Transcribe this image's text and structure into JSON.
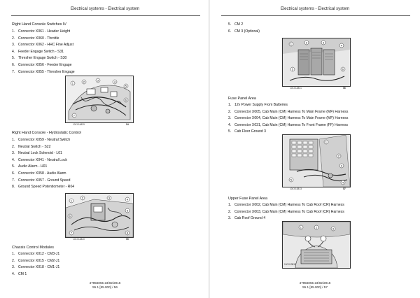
{
  "header": {
    "left_title": "Electrical systems - Electrical system",
    "right_title": "Electrical systems - Electrical system"
  },
  "left": {
    "section1": {
      "title": "Right Hand Console Switches IV",
      "items": [
        {
          "n": "1.",
          "label": "Connector X061 - Header Height"
        },
        {
          "n": "2.",
          "label": "Connector X060 - Throttle"
        },
        {
          "n": "3.",
          "label": "Connector X062 - HHC Fine Adjust"
        },
        {
          "n": "4.",
          "label": "Feeder Engage Switch - S31"
        },
        {
          "n": "5.",
          "label": "Thresher Engage Switch - S30"
        },
        {
          "n": "6.",
          "label": "Connector X056 - Feeder Engage"
        },
        {
          "n": "7.",
          "label": "Connector X055 - Thresher Engage"
        }
      ],
      "fig_code": "10CX14839",
      "fig_num": "54"
    },
    "section2": {
      "title": "Right Hand Console - Hydrostatic Control",
      "items": [
        {
          "n": "1.",
          "label": "Connector X059 - Neutral Switch"
        },
        {
          "n": "2.",
          "label": "Neutral Switch - S22"
        },
        {
          "n": "3.",
          "label": "Neutral Lock Solenoid - L01"
        },
        {
          "n": "4.",
          "label": "Connector X041 - Neutral Lock"
        },
        {
          "n": "5.",
          "label": "Audio Alarm - H01"
        },
        {
          "n": "6.",
          "label": "Connector X058 - Audio Alarm"
        },
        {
          "n": "7.",
          "label": "Connector X057 - Ground Speed"
        },
        {
          "n": "8.",
          "label": "Ground Speed Potentiometer - R04"
        }
      ],
      "fig_code": "10CX14840",
      "fig_num": "55"
    },
    "section3": {
      "title": "Chassis Control Modules",
      "items": [
        {
          "n": "1.",
          "label": "Connector X012 - CM3-J1"
        },
        {
          "n": "2.",
          "label": "Connector X015 - CM2-J1"
        },
        {
          "n": "3.",
          "label": "Connector X018 - CM1-J1"
        },
        {
          "n": "4.",
          "label": "CM 1"
        }
      ]
    },
    "footer": {
      "doc": "47956055 23/02/2016",
      "page": "55.1 [55.000] / 56"
    }
  },
  "right": {
    "section0": {
      "items": [
        {
          "n": "5.",
          "label": "CM 2"
        },
        {
          "n": "6.",
          "label": "CM 3 (Optional)"
        }
      ],
      "fig_code": "10CX14841",
      "fig_num": "56"
    },
    "section1": {
      "title": "Fuse Panel Area",
      "items": [
        {
          "n": "1.",
          "label": "12v Power Supply From Batteries"
        },
        {
          "n": "2.",
          "label": "Connector X005, Cab Main (CM) Harness To Main Frame (MF) Harness"
        },
        {
          "n": "3.",
          "label": "Connector X004, Cab Main (CM) Harness To Main Frame (MF) Harness"
        },
        {
          "n": "4.",
          "label": "Connector X031, Cab Main (CM) Harness To Front Frame (FF) Harness"
        },
        {
          "n": "5.",
          "label": "Cab Floor Ground 3"
        }
      ],
      "fig_code": "10CX13813",
      "fig_num": "57"
    },
    "section2": {
      "title": "Upper Fuse Panel Area",
      "items": [
        {
          "n": "1.",
          "label": "Connector X002, Cab Main (CM) Harness To Cab Roof (CR) Harness"
        },
        {
          "n": "2.",
          "label": "Connector X003, Cab Main (CM) Harness To Cab Roof (CR) Harness"
        },
        {
          "n": "3.",
          "label": "Cab Roof Ground 4"
        }
      ],
      "fig_code": "10CX13819"
    },
    "footer": {
      "doc": "47956055 23/02/2016",
      "page": "55.1 [55.000] / 57"
    }
  }
}
